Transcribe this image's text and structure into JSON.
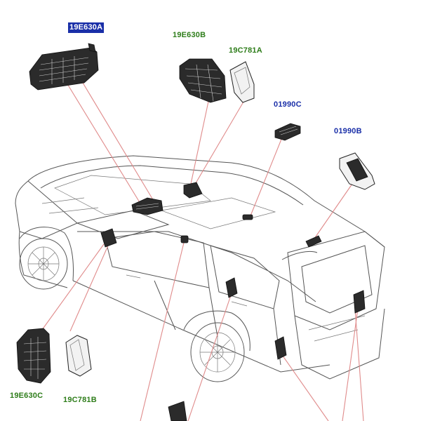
{
  "callouts": {
    "a_19E630A": {
      "text": "19E630A",
      "color": "#1a2fa8",
      "selected": true
    },
    "b_19E630B": {
      "text": "19E630B",
      "color": "#2e7d1a"
    },
    "c_19C781A": {
      "text": "19C781A",
      "color": "#2e7d1a"
    },
    "d_01990C": {
      "text": "01990C",
      "color": "#1a2fa8"
    },
    "e_01990B": {
      "text": "01990B",
      "color": "#1a2fa8"
    },
    "f_19E630C": {
      "text": "19E630C",
      "color": "#2e7d1a"
    },
    "g_19C781B": {
      "text": "19C781B",
      "color": "#2e7d1a"
    }
  },
  "colors": {
    "leader_line": "#e08b8b",
    "part_fill": "#2b2b2b",
    "car_outline": "#555555",
    "label_green": "#2e7d1a",
    "label_blue": "#1a2fa8"
  }
}
